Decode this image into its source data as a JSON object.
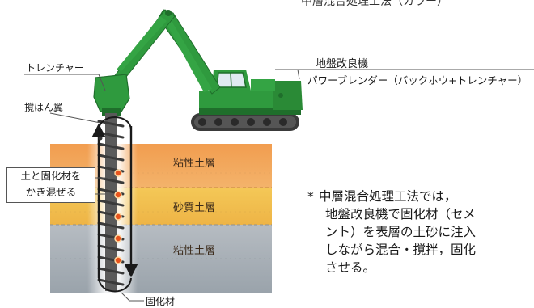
{
  "header_fragment": "中層混合処理工法（カラー）",
  "labels": {
    "trencher": "トレンチャー",
    "mixing_blade": "撹はん翼",
    "machine_name": "地盤改良機",
    "machine_desc": "パワーブレンダー（バックホウ+トレンチャー）",
    "mix_text_1": "土と固化材を",
    "mix_text_2": "かき混ぜる",
    "hardener": "固化材"
  },
  "layers": [
    {
      "name": "粘性土層",
      "color": "#f0a25a"
    },
    {
      "name": "砂質土層",
      "color": "#f2c14a"
    },
    {
      "name": "粘性土層",
      "color": "#a9b1b8"
    }
  ],
  "note": {
    "asterisk": "*",
    "lines": [
      "中層混合処理工法では，",
      "地盤改良機で固化材（セメ",
      "ント）を表層の土砂に注入",
      "しながら混合・撹拌，固化",
      "させる。"
    ]
  },
  "colors": {
    "excavator_body": "#2f9a3e",
    "excavator_dark": "#1f6e2b",
    "track": "#3a3a3a",
    "injection_dot": "#e8541e"
  }
}
